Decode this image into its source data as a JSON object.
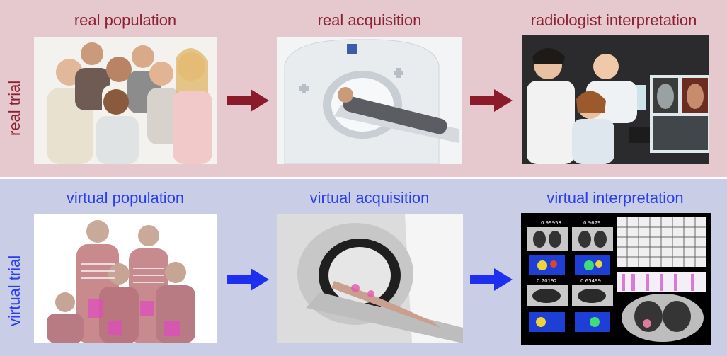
{
  "real_trial": {
    "label": "real trial",
    "color": "#8b2333",
    "stages": [
      {
        "title": "real population",
        "image": "group-of-people-photo"
      },
      {
        "title": "real acquisition",
        "image": "ct-scanner-photo"
      },
      {
        "title": "radiologist interpretation",
        "image": "radiologists-reading-photo"
      }
    ]
  },
  "virtual_trial": {
    "label": "virtual trial",
    "color": "#2a3ff0",
    "stages": [
      {
        "title": "virtual population",
        "image": "anatomical-phantoms-render"
      },
      {
        "title": "virtual acquisition",
        "image": "virtual-ct-scanner-render"
      },
      {
        "title": "virtual interpretation",
        "image": "simulated-ct-image-montage"
      }
    ],
    "interpretation_values": [
      "0.99958",
      "0.9679",
      "0.70192",
      "0.65499"
    ]
  },
  "colors": {
    "real_background": "#e6c9cf",
    "virtual_background": "#c9cde6",
    "real_arrow": "#8b1a2b",
    "virtual_arrow": "#1f2ff0"
  }
}
